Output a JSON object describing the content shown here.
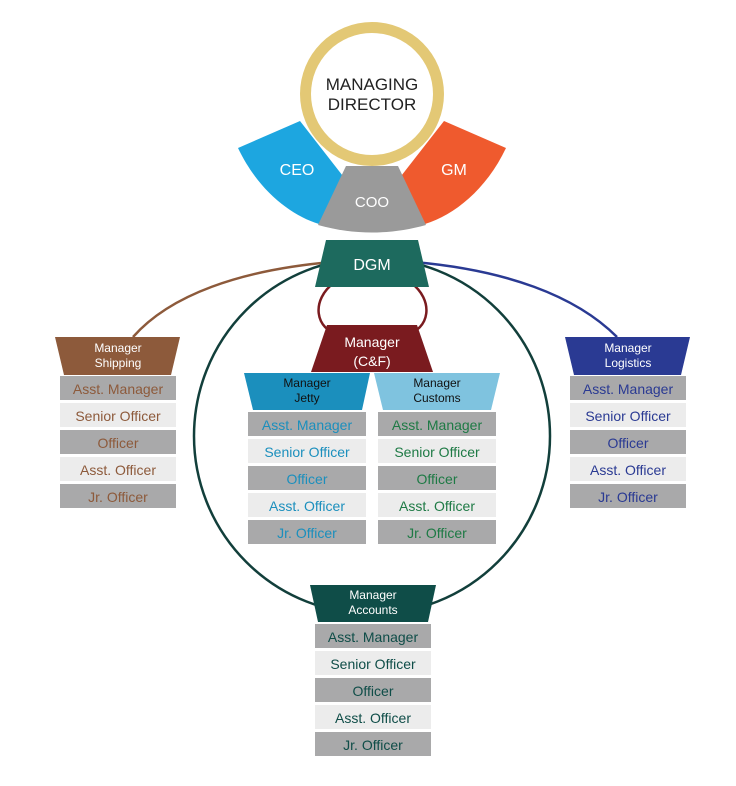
{
  "colors": {
    "ceo": "#1da6e0",
    "coo": "#9a9a9a",
    "gm": "#ef5a2e",
    "gold": "#e3c875",
    "dgm": "#1d6a5e",
    "cnf": "#7a1b1f",
    "shipping": "#8d5a3b",
    "logistics": "#2a3a93",
    "jetty": "#1b8fbd",
    "customs": "#7fc3df",
    "accounts": "#0f4d48",
    "row_light": "#ececec",
    "row_dark": "#a9a9aa"
  },
  "top": {
    "md_line1": "MANAGING",
    "md_line2": "DIRECTOR",
    "ceo": "CEO",
    "coo": "COO",
    "gm": "GM",
    "dgm": "DGM"
  },
  "cnf": {
    "line1": "Manager",
    "line2": "(C&F)"
  },
  "departments": {
    "shipping": {
      "title1": "Manager",
      "title2": "Shipping",
      "text_color": "#8d5a3b",
      "rows": [
        "Asst. Manager",
        "Senior Officer",
        "Officer",
        "Asst. Officer",
        "Jr. Officer"
      ]
    },
    "jetty": {
      "title1": "Manager",
      "title2": "Jetty",
      "text_color": "#1b8fbd",
      "rows": [
        "Asst. Manager",
        "Senior Officer",
        "Officer",
        "Asst. Officer",
        "Jr. Officer"
      ]
    },
    "customs": {
      "title1": "Manager",
      "title2": "Customs",
      "text_color": "#1e7a45",
      "rows": [
        "Asst. Manager",
        "Senior Officer",
        "Officer",
        "Asst. Officer",
        "Jr. Officer"
      ]
    },
    "logistics": {
      "title1": "Manager",
      "title2": "Logistics",
      "text_color": "#2a3a93",
      "rows": [
        "Asst. Manager",
        "Senior Officer",
        "Officer",
        "Asst. Officer",
        "Jr. Officer"
      ]
    },
    "accounts": {
      "title1": "Manager",
      "title2": "Accounts",
      "text_color": "#0f4d48",
      "rows": [
        "Asst. Manager",
        "Senior Officer",
        "Officer",
        "Asst. Officer",
        "Jr. Officer"
      ]
    }
  }
}
